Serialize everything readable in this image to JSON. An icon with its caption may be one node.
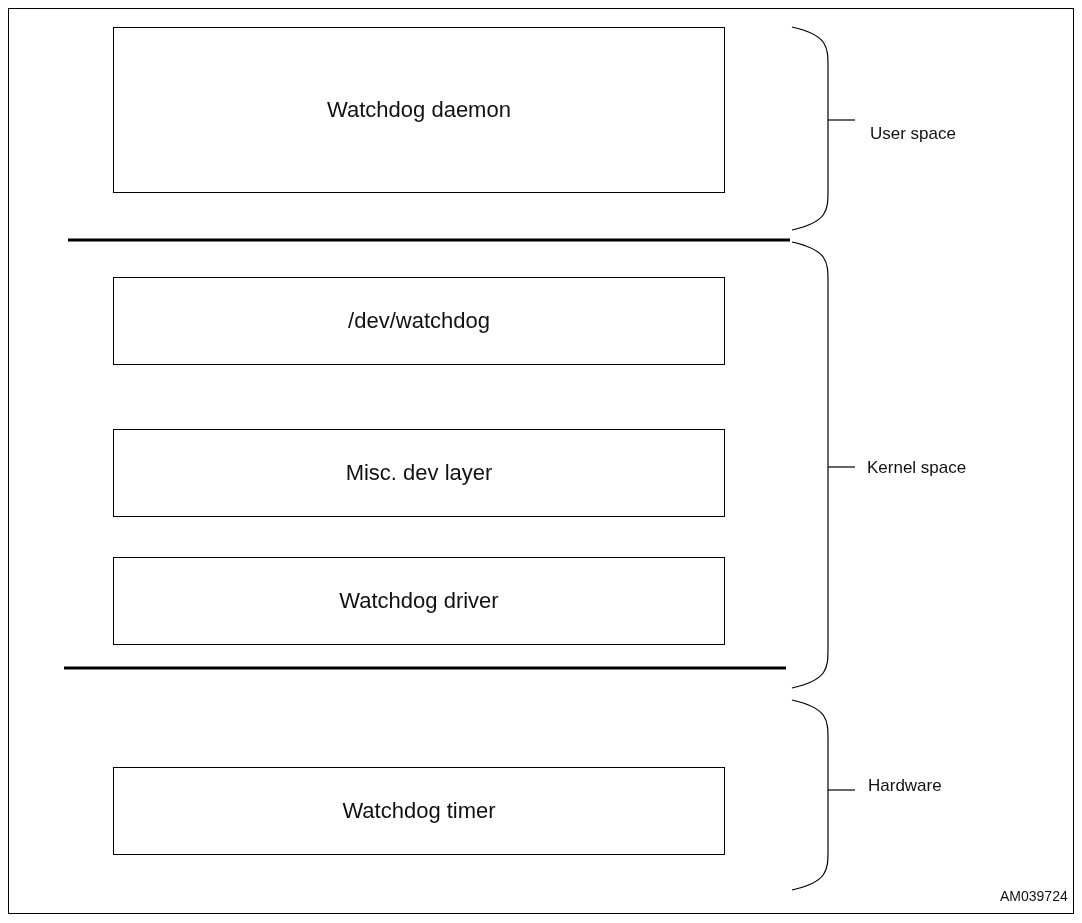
{
  "diagram": {
    "nodes": [
      {
        "text": [
          "Watchdog daemon"
        ]
      },
      {
        "text": [
          "/dev/watchdog"
        ]
      },
      {
        "text": [
          "Misc. dev layer"
        ]
      },
      {
        "text": [
          "Watchdog driver"
        ]
      },
      {
        "text": [
          "Watchdog timer"
        ]
      }
    ],
    "edges": [],
    "labels": [
      "User space",
      "Kernel space",
      "Hardware",
      "AM039724"
    ]
  }
}
